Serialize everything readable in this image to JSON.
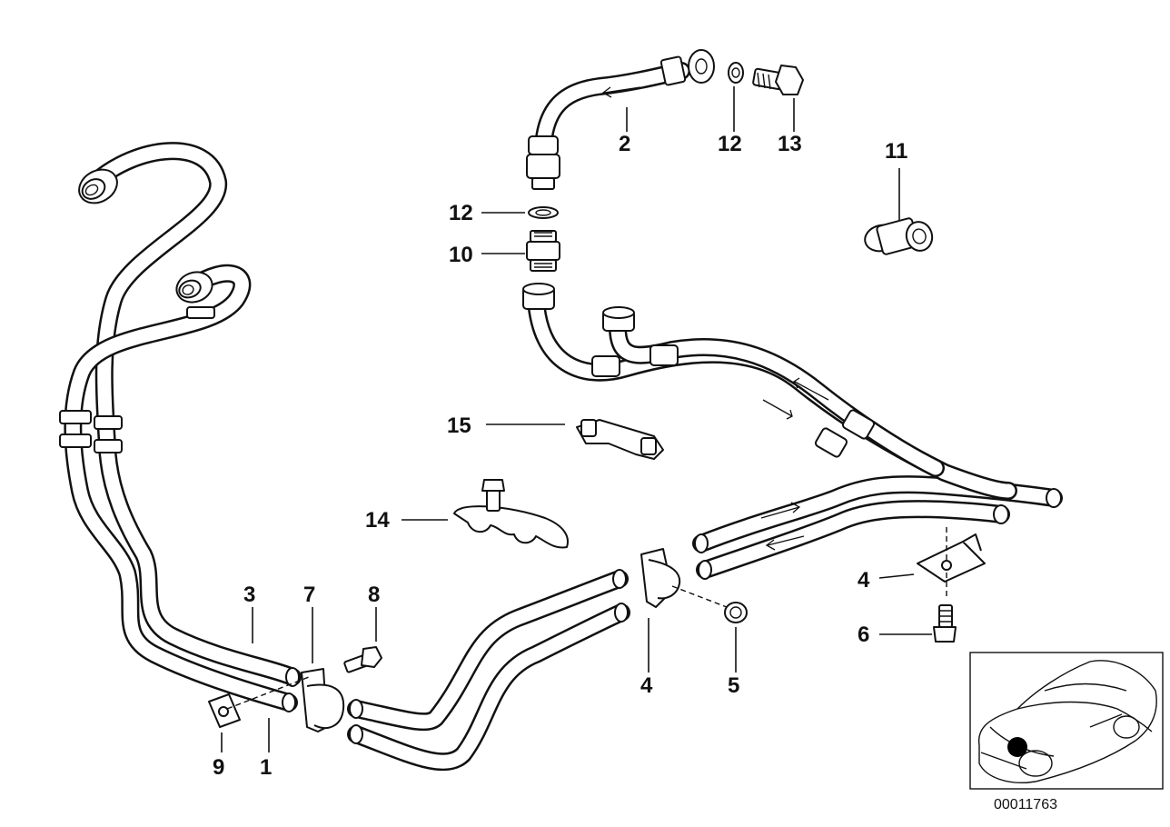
{
  "diagram": {
    "callouts": [
      {
        "id": "c1",
        "text": "1"
      },
      {
        "id": "c2",
        "text": "2"
      },
      {
        "id": "c3",
        "text": "3"
      },
      {
        "id": "c4a",
        "text": "4"
      },
      {
        "id": "c4b",
        "text": "4"
      },
      {
        "id": "c5",
        "text": "5"
      },
      {
        "id": "c6",
        "text": "6"
      },
      {
        "id": "c7",
        "text": "7"
      },
      {
        "id": "c8",
        "text": "8"
      },
      {
        "id": "c9",
        "text": "9"
      },
      {
        "id": "c10",
        "text": "10"
      },
      {
        "id": "c11",
        "text": "11"
      },
      {
        "id": "c12a",
        "text": "12"
      },
      {
        "id": "c12b",
        "text": "12"
      },
      {
        "id": "c13",
        "text": "13"
      },
      {
        "id": "c14",
        "text": "14"
      },
      {
        "id": "c15",
        "text": "15"
      }
    ],
    "reference_number": "00011763",
    "inset": {
      "marker_color": "#000000"
    }
  },
  "colors": {
    "line": "#111111",
    "background": "#ffffff"
  }
}
